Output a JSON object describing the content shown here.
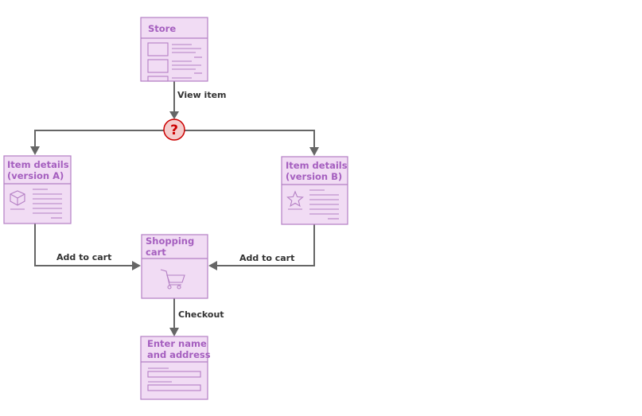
{
  "nodes": {
    "store": {
      "title_lines": [
        "Store"
      ]
    },
    "item_a": {
      "title_lines": [
        "Item details",
        "(version A)"
      ]
    },
    "item_b": {
      "title_lines": [
        "Item details",
        "(version B)"
      ]
    },
    "cart": {
      "title_lines": [
        "Shopping",
        "cart"
      ]
    },
    "checkout_form": {
      "title_lines": [
        "Enter name",
        "and address"
      ]
    }
  },
  "decision": {
    "symbol": "?"
  },
  "edges": {
    "view_item": "View item",
    "add_to_cart_a": "Add to cart",
    "add_to_cart_b": "Add to cart",
    "checkout": "Checkout"
  },
  "icons": {
    "item_a": "cube-icon",
    "item_b": "star-icon",
    "cart": "shopping-cart-icon"
  },
  "colors": {
    "card_fill": "#f1dcf4",
    "card_stroke": "#b47fc4",
    "card_title": "#a55fbf",
    "connector": "#666666",
    "decision_fill": "#f4cccc",
    "decision_stroke": "#cc0000"
  }
}
